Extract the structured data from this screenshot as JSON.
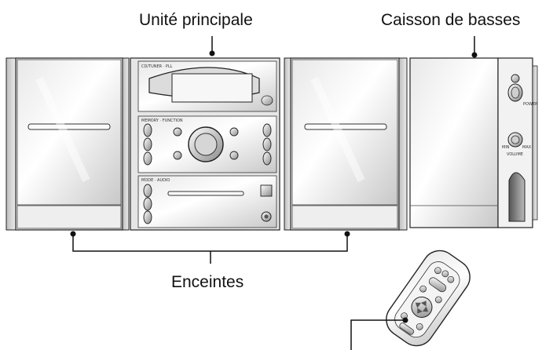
{
  "labels": {
    "main_unit": "Unité principale",
    "subwoofer": "Caisson de basses",
    "speakers": "Enceintes"
  },
  "subwoofer_panel": {
    "power": "POWER",
    "min": "MIN",
    "max": "MAX",
    "volume": "VOLUME"
  },
  "colors": {
    "outline": "#222222",
    "silver_light": "#f2f2f2",
    "silver_mid": "#cfcfcf",
    "silver_dark": "#9a9a9a",
    "leader": "#111111"
  }
}
